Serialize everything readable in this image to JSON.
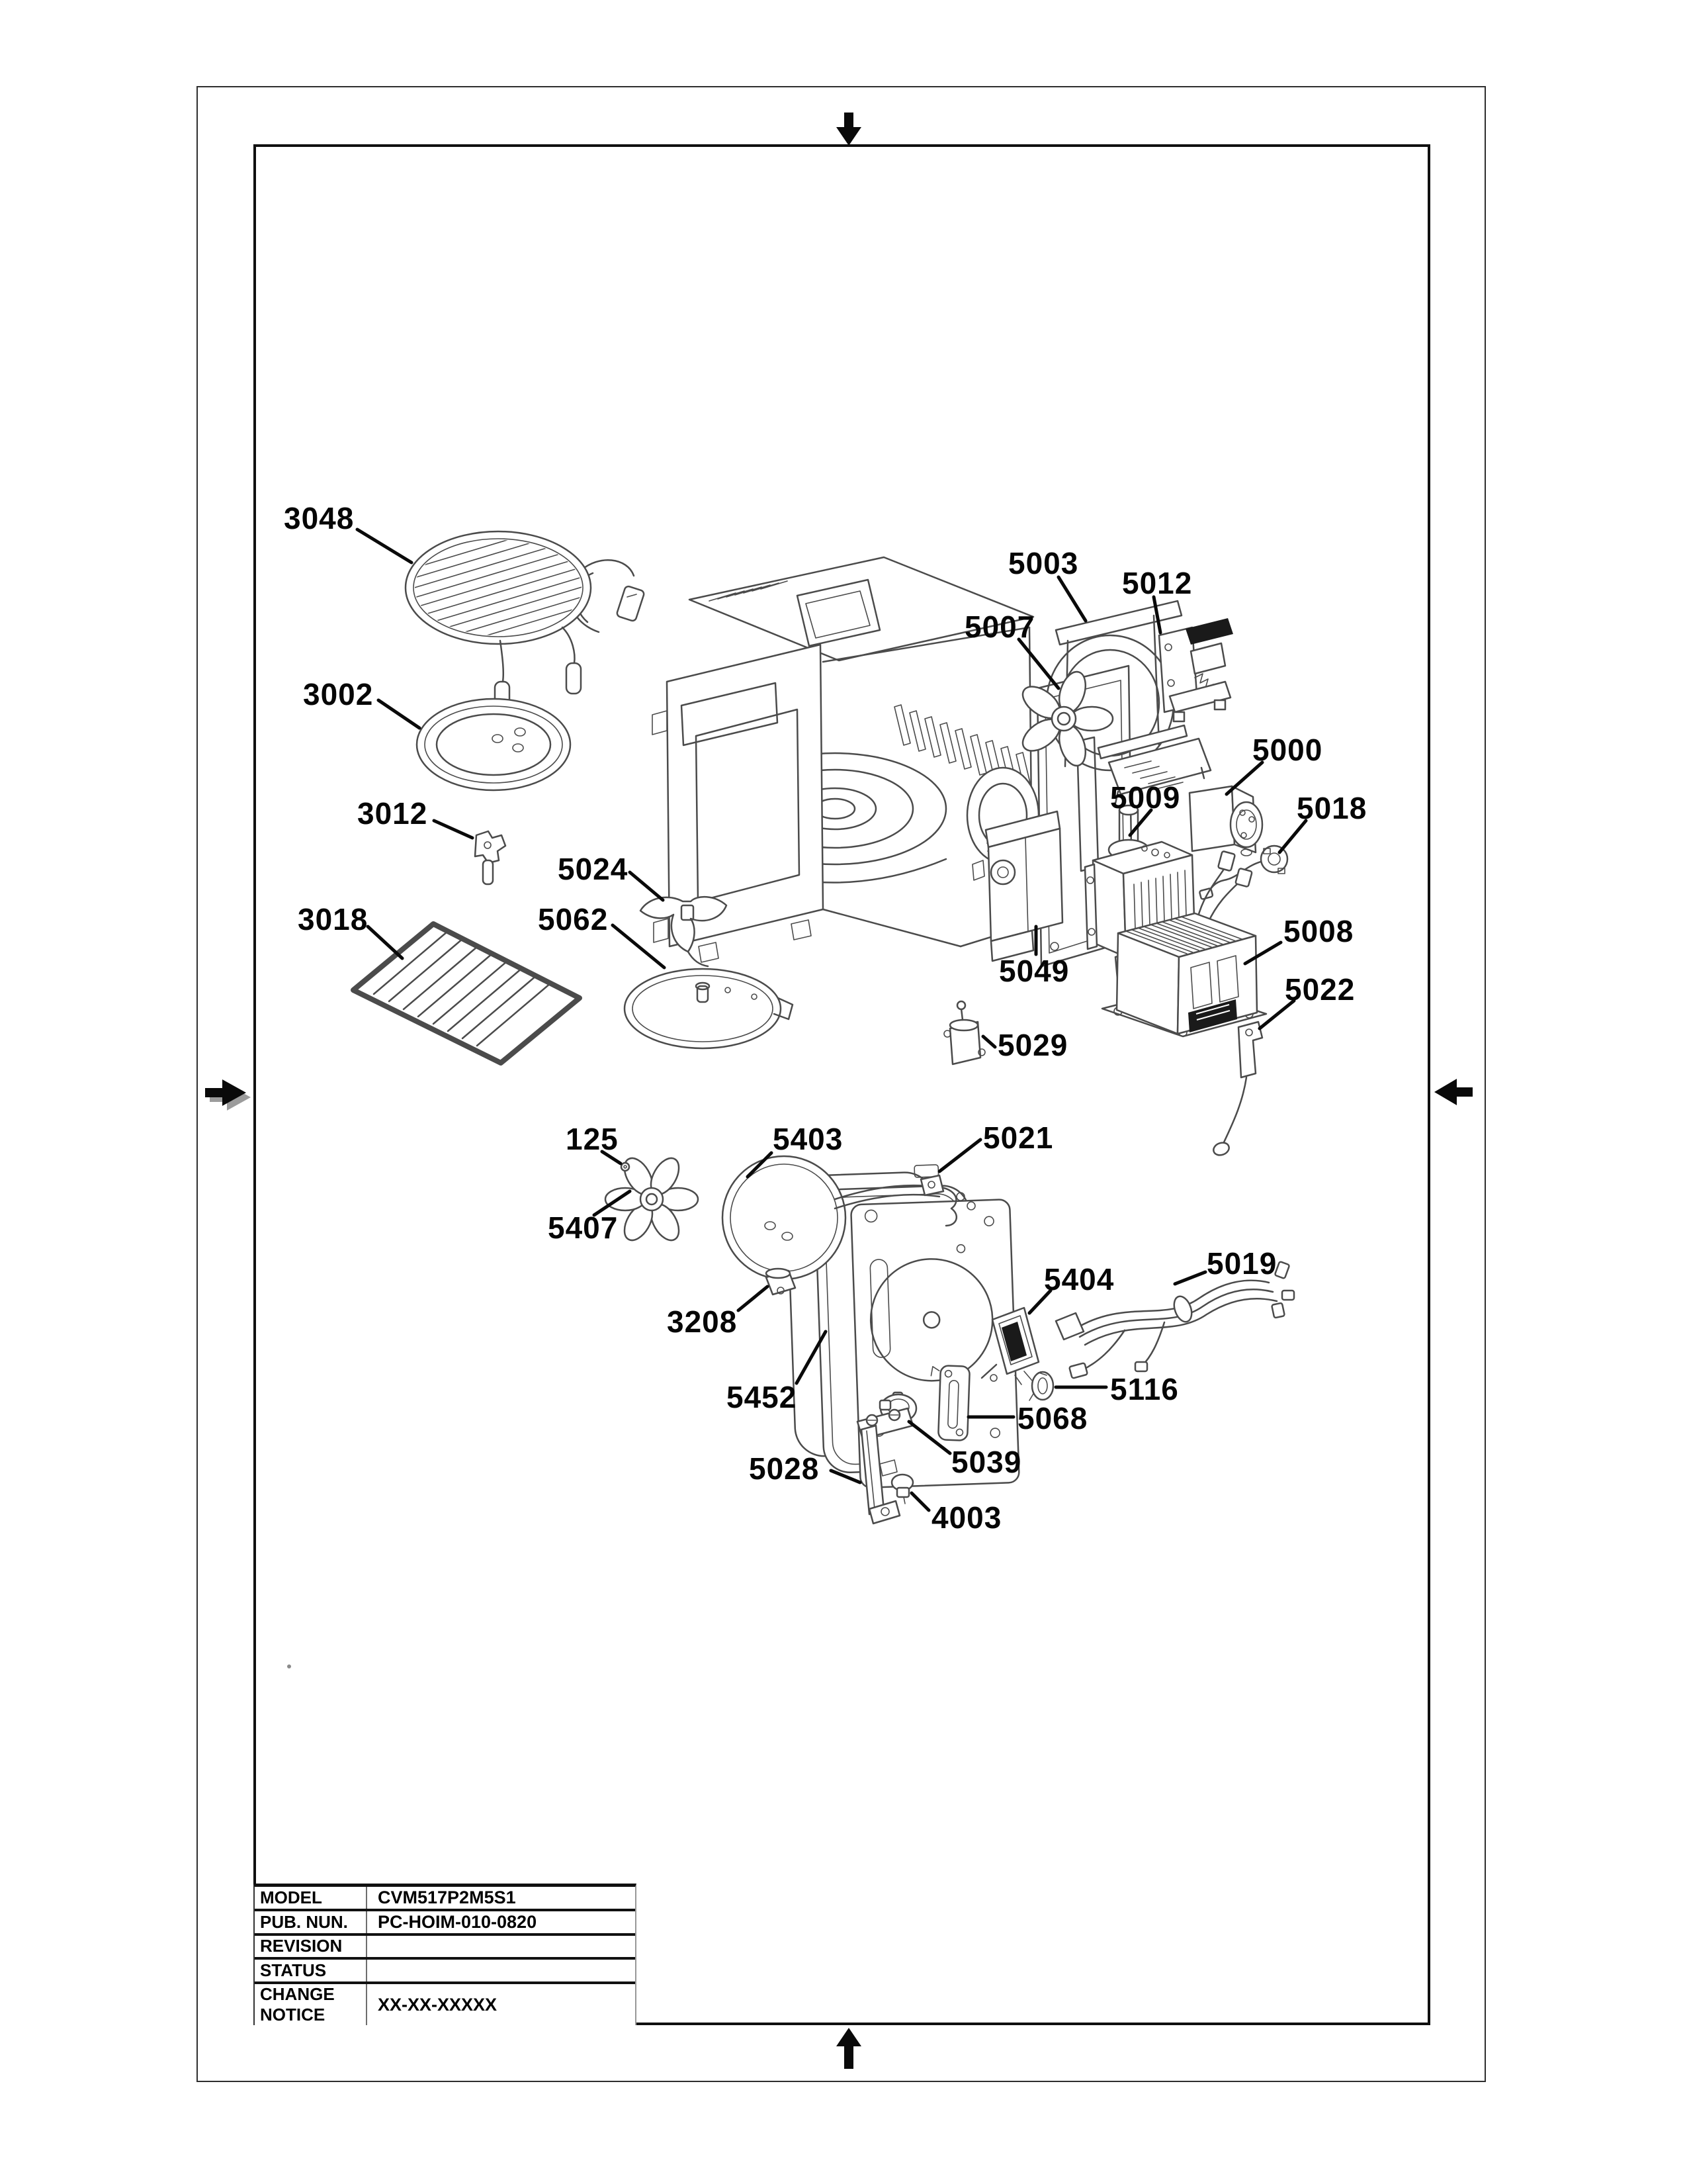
{
  "document": {
    "kind": "exploded parts diagram",
    "colors": {
      "paper": "#ffffff",
      "ink": "#0a0a0a",
      "line_art": "#4b4b4b"
    }
  },
  "title_block": {
    "rows": [
      {
        "label": "MODEL",
        "value": "CVM517P2M5S1"
      },
      {
        "label": "PUB. NUN.",
        "value": "PC-HOIM-010-0820"
      },
      {
        "label": "REVISION",
        "value": ""
      },
      {
        "label": "STATUS",
        "value": ""
      },
      {
        "label": "CHANGE NOTICE",
        "value": "XX-XX-XXXXX"
      }
    ]
  },
  "registration_marks": [
    {
      "icon": "arrow-down-icon",
      "position": "top-center"
    },
    {
      "icon": "arrow-up-icon",
      "position": "bottom-center"
    },
    {
      "icon": "arrow-right-icon",
      "position": "left-middle"
    },
    {
      "icon": "arrow-left-icon",
      "position": "right-middle"
    }
  ],
  "callouts": [
    {
      "part": "3048",
      "text": "3048"
    },
    {
      "part": "3002",
      "text": "3002"
    },
    {
      "part": "3012",
      "text": "3012"
    },
    {
      "part": "3018",
      "text": "3018"
    },
    {
      "part": "5024",
      "text": "5024"
    },
    {
      "part": "5062",
      "text": "5062"
    },
    {
      "part": "5003",
      "text": "5003"
    },
    {
      "part": "5007",
      "text": "5007"
    },
    {
      "part": "5012",
      "text": "5012"
    },
    {
      "part": "5000",
      "text": "5000"
    },
    {
      "part": "5009",
      "text": "5009"
    },
    {
      "part": "5018",
      "text": "5018"
    },
    {
      "part": "5008",
      "text": "5008"
    },
    {
      "part": "5049",
      "text": "5049"
    },
    {
      "part": "5022",
      "text": "5022"
    },
    {
      "part": "5029",
      "text": "5029"
    },
    {
      "part": "125",
      "text": "125"
    },
    {
      "part": "5403",
      "text": "5403"
    },
    {
      "part": "5407",
      "text": "5407"
    },
    {
      "part": "5021",
      "text": "5021"
    },
    {
      "part": "3208",
      "text": "3208"
    },
    {
      "part": "5452",
      "text": "5452"
    },
    {
      "part": "5404",
      "text": "5404"
    },
    {
      "part": "5019",
      "text": "5019"
    },
    {
      "part": "5116",
      "text": "5116"
    },
    {
      "part": "5068",
      "text": "5068"
    },
    {
      "part": "5039",
      "text": "5039"
    },
    {
      "part": "5028",
      "text": "5028"
    },
    {
      "part": "4003",
      "text": "4003"
    }
  ]
}
